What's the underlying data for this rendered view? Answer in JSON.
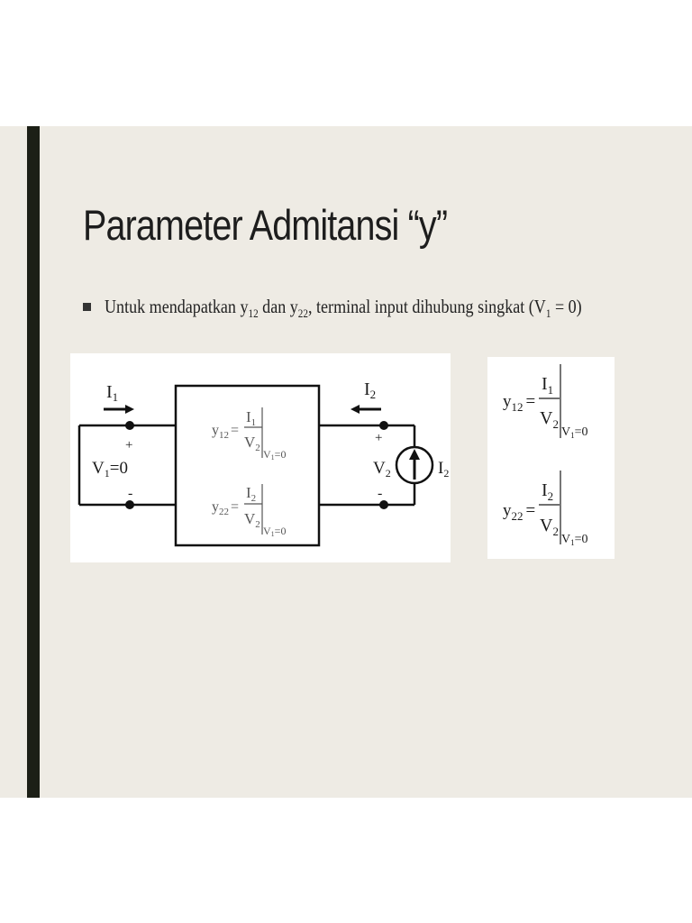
{
  "slide": {
    "title": "Parameter Admitansi “y”",
    "bullet": {
      "p1": "Untuk mendapatkan y",
      "s1": "12",
      "p2": " dan y",
      "s2": "22",
      "p3": ", terminal input dihubung singkat (V",
      "s3": "1",
      "p4": " = 0)"
    }
  },
  "circuit": {
    "i1_main": "I",
    "i1_sub": "1",
    "i2_main": "I",
    "i2_sub": "2",
    "plus": "+",
    "minus": "-",
    "v1_main": "V",
    "v1_sub": "1",
    "v1_eq": "=0",
    "v2_main": "V",
    "v2_sub": "2",
    "src_main": "I",
    "src_sub": "2",
    "f_y": "y",
    "f_eq": "=",
    "f_I": "I",
    "f_V": "V",
    "f_V1eq0": "=0",
    "sub12": "12",
    "sub22": "22",
    "sub1": "1",
    "sub2": "2"
  }
}
